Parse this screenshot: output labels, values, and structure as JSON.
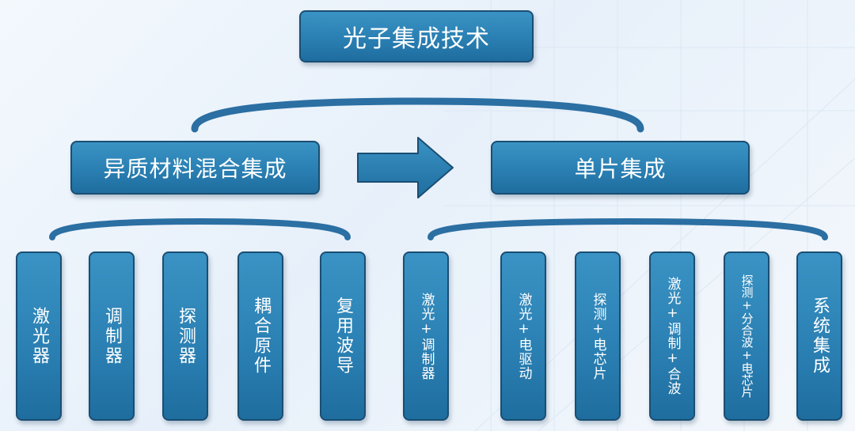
{
  "title": "光子集成技术",
  "left_category": "异质材料混合集成",
  "right_category": "单片集成",
  "left_items": [
    "激光器",
    "调制器",
    "探测器",
    "耦合原件",
    "复用波导"
  ],
  "right_items": [
    "激光+调制器",
    "激光+电驱动",
    "探测+电芯片",
    "激光+调制+合波",
    "探测+分合波+电芯片",
    "系统集成"
  ],
  "colors": {
    "box_fill": "#2a7fb2",
    "box_border": "#1a4e73",
    "arc": "#2b6fa3",
    "background": "#eef4fa"
  }
}
